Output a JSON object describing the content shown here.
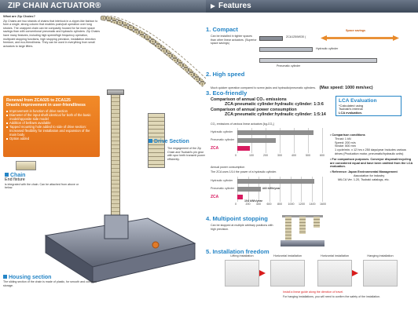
{
  "left": {
    "header": "ZIP CHAIN ACTUATOR®",
    "what_title": "What are Zip Chains?",
    "what_body": "Zip Chains are two strands of chains that interlock in a zipper-like fashion to form a single, strong column that enables push/pull operation over long strokes. The unzipped chain can be compactly housed for far more space savings than with conventional pneumatic and hydraulic cylinders. Zip Chains have many features, including high speed/high frequency operation, multipoint stopping functions, high stopping precision, installation direction freedom, and eco-friendliness. They can be used in everything from small actuators to large lifters.",
    "renewal_title_1": "Renewal from ZCA025 to ZCA125",
    "renewal_title_2": "Drastic improvement in user-friendliness",
    "renewal_items": [
      "Improvement in function of drive section",
      "Diameter of the input shaft identical for both of the basic model/opposite side model",
      "Addition of bellows available",
      "Tapped mounting hole added to side of drive section: Increased flexibility for installation and expansion of the main body",
      "Option added"
    ],
    "drive_title": "Drive Section",
    "drive_body": "The engagement of the Zip Chain and Tsubaki's pin gear with spur teeth transmit power efficiently.",
    "chain_title": "Chain",
    "chain_sub": "End fixture",
    "chain_body": "is integrated with the chain. Can be attached from above or below.",
    "housing_title": "Housing section",
    "housing_body": "The sliding section of the chain is made of plastic, for smooth and compact storage."
  },
  "right": {
    "header": "Features",
    "s1_title": "1. Compact",
    "s1_body": "Can be installed in tighter spaces than other linear actuators. (Superior space savings)",
    "s1_labels": [
      "ZCA125/M030 (",
      "Space savings",
      "Hydraulic cylinder",
      "Pneumatic cylinder"
    ],
    "s2_title": "2. High speed",
    "s2_body": "Much quicker operation compared to screw jacks and hydraulic/pneumatic cylinders.",
    "s2_bold": "(Max speed: 1000 mm/sec)",
    "s3_title": "3. Eco-friendly",
    "s3_comp1": "Comparison of annual CO₂ emissions",
    "s3_comp1b": "ZCA:pneumatic cylinder:hydraulic cylinder: 1:3:6",
    "s3_comp2": "Comparison of annual power consumption",
    "s3_comp2b": "ZCA:pneumatic cylinder:hydraulic cylinder: 1:5:14",
    "lca_title": "LCA Evaluation",
    "lca_body1": "*Calculated using",
    "lca_body2": "Tsubaki's internal",
    "lca_body3": "LCA evaluation.",
    "co2_chart_title": "CO₂ emissions of various linear actuators [kg-CO₂]",
    "co2_rows": [
      "Hydraulic cylinder",
      "Pneumatic cylinder",
      "ZCA"
    ],
    "co2_ticks": [
      "0",
      "100",
      "200",
      "300",
      "400",
      "500",
      "600"
    ],
    "power_title": "Annual power consumption",
    "power_sub": "The ZCA uses 1/14 the power of a hydraulic cylinder.",
    "power_rows": [
      "Hydraulic cylinder",
      "Pneumatic cylinder",
      "ZCA"
    ],
    "power_annot1": "440 kWh/year",
    "power_annot2": "104 kWh/year",
    "power_ticks": [
      "0",
      "200",
      "400",
      "600",
      "800",
      "1000",
      "1200",
      "1400",
      "1600"
    ],
    "comp_title": "• Comparison conditions",
    "comp_lines": [
      "Thrust: 1 kN",
      "Speed: 200 m/s",
      "Stroke: 500 mm",
      "1 cycle/min. x 12 hrs x 250 days/year Includes various drives (Production motor, pneumatic/hydraulic units)"
    ],
    "comp_note": "• For comparison purposes. Conveyor disposal/recycling are considered equal and have been omitted from the LCA evaluation.",
    "comp_ref_title": "• Reference: Japan Environmental Management",
    "comp_ref_1": "Association for industry",
    "comp_ref_2": "MiLCA Ver. 1.20, Tsubaki catalogs, etc.",
    "s4_title": "4. Multipoint stopping",
    "s4_body": "Can be stopped at multiple arbitrary positions with high precision.",
    "s5_title": "5. Installation freedom",
    "s5_labels": [
      "Lifting installation",
      "Horizontal installation",
      "Horizontal installation",
      "Hanging installation"
    ],
    "s5_note1": "Install a linear guide along the direction of travel.",
    "s5_note2": "For hanging installations, you will need to confirm the safety of the installation."
  },
  "colors": {
    "header": "#5c6878",
    "accent": "#2585c6",
    "orange": "#e97d22",
    "zca_bar": "#d81b60",
    "bar_gray": "#8e8e8e"
  },
  "chart_data": [
    {
      "type": "bar",
      "orientation": "horizontal",
      "categories": [
        "Hydraulic cylinder",
        "Pneumatic cylinder",
        "ZCA"
      ],
      "values": [
        540,
        270,
        90
      ],
      "xlim": [
        0,
        600
      ]
    },
    {
      "type": "bar",
      "orientation": "horizontal",
      "categories": [
        "Hydraulic cylinder",
        "Pneumatic cylinder",
        "ZCA"
      ],
      "values": [
        1456,
        440,
        104
      ],
      "xlim": [
        0,
        1600
      ]
    }
  ]
}
